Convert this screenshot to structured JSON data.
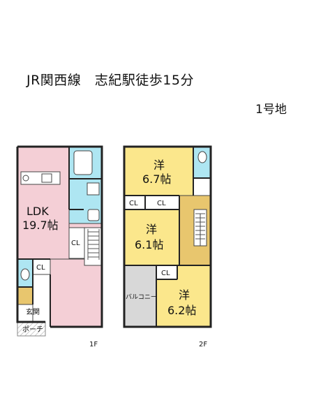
{
  "header": {
    "headline": "JR関西線　志紀駅徒歩15分",
    "lot": "1号地"
  },
  "floor1": {
    "label": "1F",
    "ldk_name": "LDK",
    "ldk_size": "19.7帖",
    "closet_a": "CL",
    "closet_b": "CL",
    "entrance": "玄関",
    "porch": "ポーチ"
  },
  "floor2": {
    "label": "2F",
    "room1_name": "洋",
    "room1_size": "6.7帖",
    "room2_name": "洋",
    "room2_size": "6.1帖",
    "room3_name": "洋",
    "room3_size": "6.2帖",
    "closet_a": "CL",
    "closet_b": "CL",
    "closet_c": "CL",
    "balcony": "バルコニー"
  },
  "colors": {
    "ldk": "#f4cfd6",
    "wet": "#aee6f2",
    "bedroom": "#fbe78c",
    "stair_hall": "#e8c66e",
    "balcony": "#d8d8d8",
    "closet": "#ffffff",
    "wall": "#222222"
  }
}
